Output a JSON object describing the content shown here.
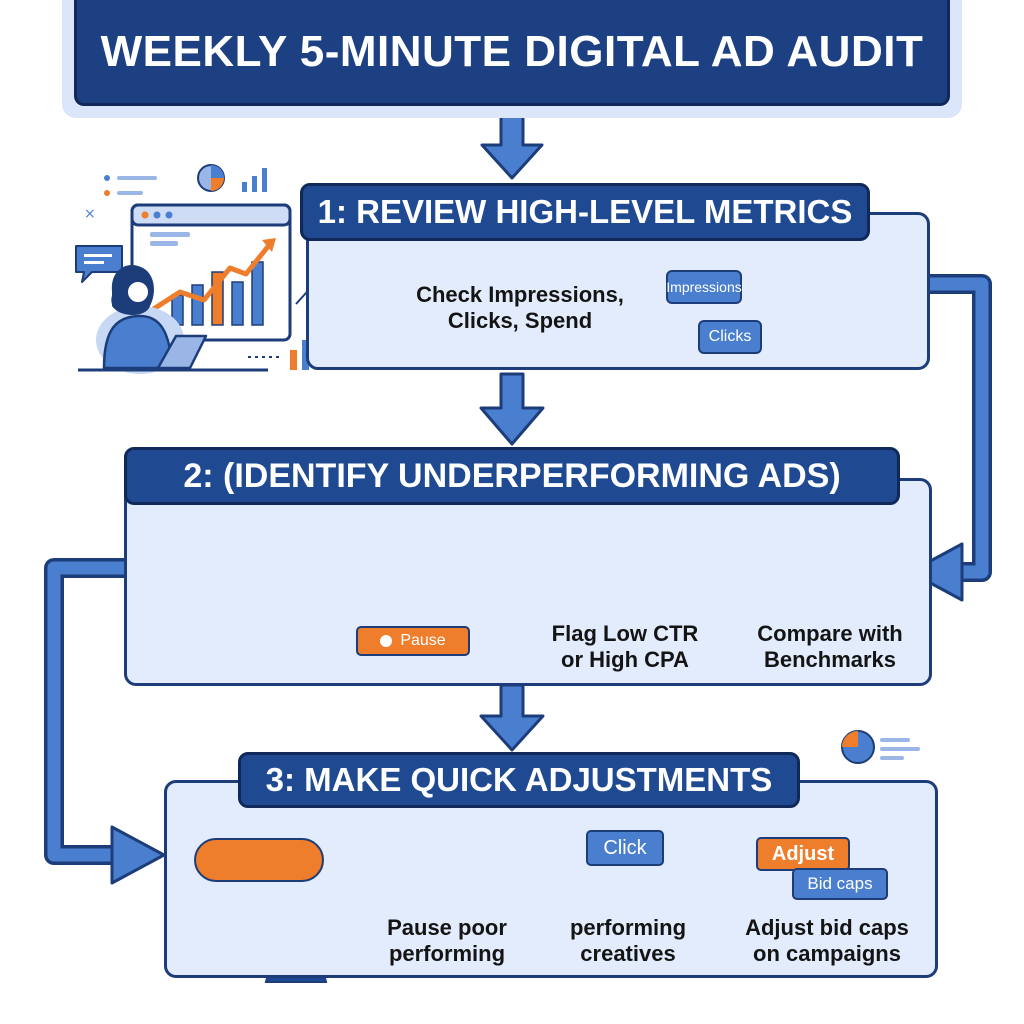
{
  "title": "WEEKLY 5-MINUTE DIGITAL AD AUDIT",
  "colors": {
    "navy": "#1c4081",
    "blue": "#4a7fd0",
    "light_panel": "#e3ecfc",
    "orange": "#ee7d2c",
    "outline": "#1c3d7a"
  },
  "steps": [
    {
      "title": "1: REVIEW HIGH-LEVEL METRICS",
      "description_lines": [
        "Check Impressions,",
        "Clicks, Spend"
      ],
      "chips": {
        "impressions": "Impressions",
        "clicks": "Clicks"
      },
      "icons": [
        "woman-at-laptop-icon",
        "dashboard-trend-chart-icon",
        "magnifier-icon",
        "pie-chart-icon"
      ]
    },
    {
      "title": "2: (IDENTIFY UNDERPERFORMING ADS)",
      "pause_label": "Pause",
      "flag_lines": [
        "Flag Low CTR",
        "or High CPA"
      ],
      "compare_lines": [
        "Compare with",
        "Benchmarks"
      ],
      "icons": [
        "ad-card-warning-icon",
        "pause-icon",
        "warning-icon",
        "trend-chart-icon"
      ]
    },
    {
      "title": "3: MAKE QUICK ADJUSTMENTS",
      "click_label": "Click",
      "adjust_label": "Adjust",
      "bid_caps_label": "Bid caps",
      "captions": [
        [
          "Pause poor",
          "performing"
        ],
        [
          "performing",
          "creatives"
        ],
        [
          "Adjust bid caps",
          "on campaigns"
        ]
      ],
      "icons": [
        "gear-icon",
        "hand-pointer-icon",
        "pause-icon"
      ]
    }
  ]
}
